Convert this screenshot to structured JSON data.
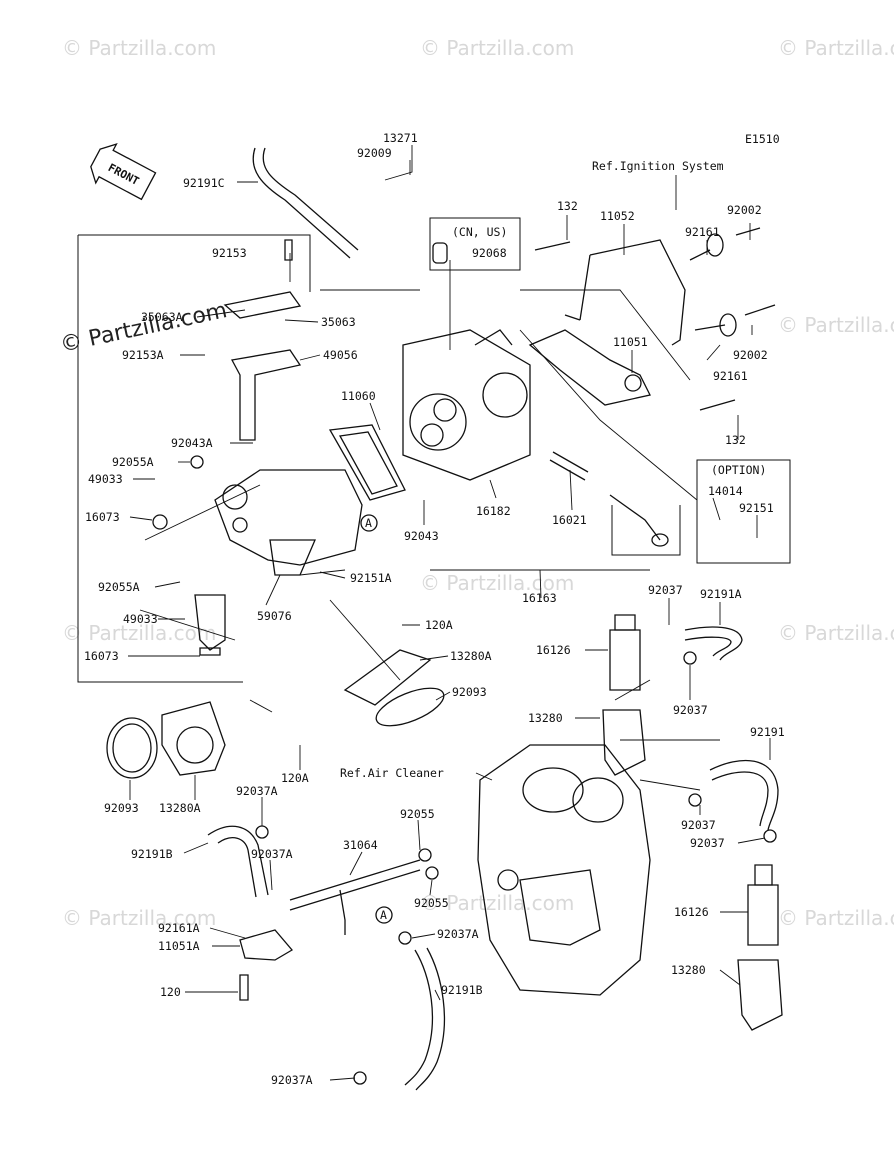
{
  "diagram_code": "E1510",
  "watermark": "© Partzilla.com",
  "front_label": "FRONT",
  "callouts": {
    "ignition": "Ref.Ignition System",
    "air_cleaner": "Ref.Air Cleaner",
    "cn_us": "(CN, US)",
    "option": "(OPTION)",
    "marker_a": "A"
  },
  "parts": [
    {
      "id": "p1",
      "text": "13271"
    },
    {
      "id": "p2",
      "text": "92009"
    },
    {
      "id": "p3",
      "text": "92191C"
    },
    {
      "id": "p4",
      "text": "132"
    },
    {
      "id": "p5",
      "text": "11052"
    },
    {
      "id": "p6",
      "text": "92002"
    },
    {
      "id": "p7",
      "text": "92068"
    },
    {
      "id": "p8",
      "text": "92161"
    },
    {
      "id": "p9",
      "text": "92153"
    },
    {
      "id": "p10",
      "text": "35063A"
    },
    {
      "id": "p11",
      "text": "35063"
    },
    {
      "id": "p12",
      "text": "92153A"
    },
    {
      "id": "p13",
      "text": "49056"
    },
    {
      "id": "p14",
      "text": "11051"
    },
    {
      "id": "p15",
      "text": "92002"
    },
    {
      "id": "p16",
      "text": "92161"
    },
    {
      "id": "p17",
      "text": "11060"
    },
    {
      "id": "p18",
      "text": "132"
    },
    {
      "id": "p19",
      "text": "92043A"
    },
    {
      "id": "p20",
      "text": "92055A"
    },
    {
      "id": "p21",
      "text": "49033"
    },
    {
      "id": "p22",
      "text": "14014"
    },
    {
      "id": "p23",
      "text": "16182"
    },
    {
      "id": "p24",
      "text": "92151"
    },
    {
      "id": "p25",
      "text": "16073"
    },
    {
      "id": "p26",
      "text": "16021"
    },
    {
      "id": "p27",
      "text": "92043"
    },
    {
      "id": "p28",
      "text": "92151A"
    },
    {
      "id": "p29",
      "text": "92055A"
    },
    {
      "id": "p30",
      "text": "16163"
    },
    {
      "id": "p31",
      "text": "59076"
    },
    {
      "id": "p32",
      "text": "92037"
    },
    {
      "id": "p33",
      "text": "92191A"
    },
    {
      "id": "p34",
      "text": "49033"
    },
    {
      "id": "p35",
      "text": "120A"
    },
    {
      "id": "p36",
      "text": "16126"
    },
    {
      "id": "p37",
      "text": "16073"
    },
    {
      "id": "p38",
      "text": "13280A"
    },
    {
      "id": "p39",
      "text": "92093"
    },
    {
      "id": "p40",
      "text": "92037"
    },
    {
      "id": "p41",
      "text": "13280"
    },
    {
      "id": "p42",
      "text": "92191"
    },
    {
      "id": "p43",
      "text": "120A"
    },
    {
      "id": "p44",
      "text": "92093"
    },
    {
      "id": "p45",
      "text": "13280A"
    },
    {
      "id": "p46",
      "text": "92037A"
    },
    {
      "id": "p47",
      "text": "92055"
    },
    {
      "id": "p48",
      "text": "92037"
    },
    {
      "id": "p49",
      "text": "31064"
    },
    {
      "id": "p50",
      "text": "92037"
    },
    {
      "id": "p51",
      "text": "92191B"
    },
    {
      "id": "p52",
      "text": "92037A"
    },
    {
      "id": "p53",
      "text": "92055"
    },
    {
      "id": "p54",
      "text": "16126"
    },
    {
      "id": "p55",
      "text": "92161A"
    },
    {
      "id": "p56",
      "text": "92037A"
    },
    {
      "id": "p57",
      "text": "11051A"
    },
    {
      "id": "p58",
      "text": "13280"
    },
    {
      "id": "p59",
      "text": "120"
    },
    {
      "id": "p60",
      "text": "92037A"
    },
    {
      "id": "p61",
      "text": "92191B"
    }
  ]
}
